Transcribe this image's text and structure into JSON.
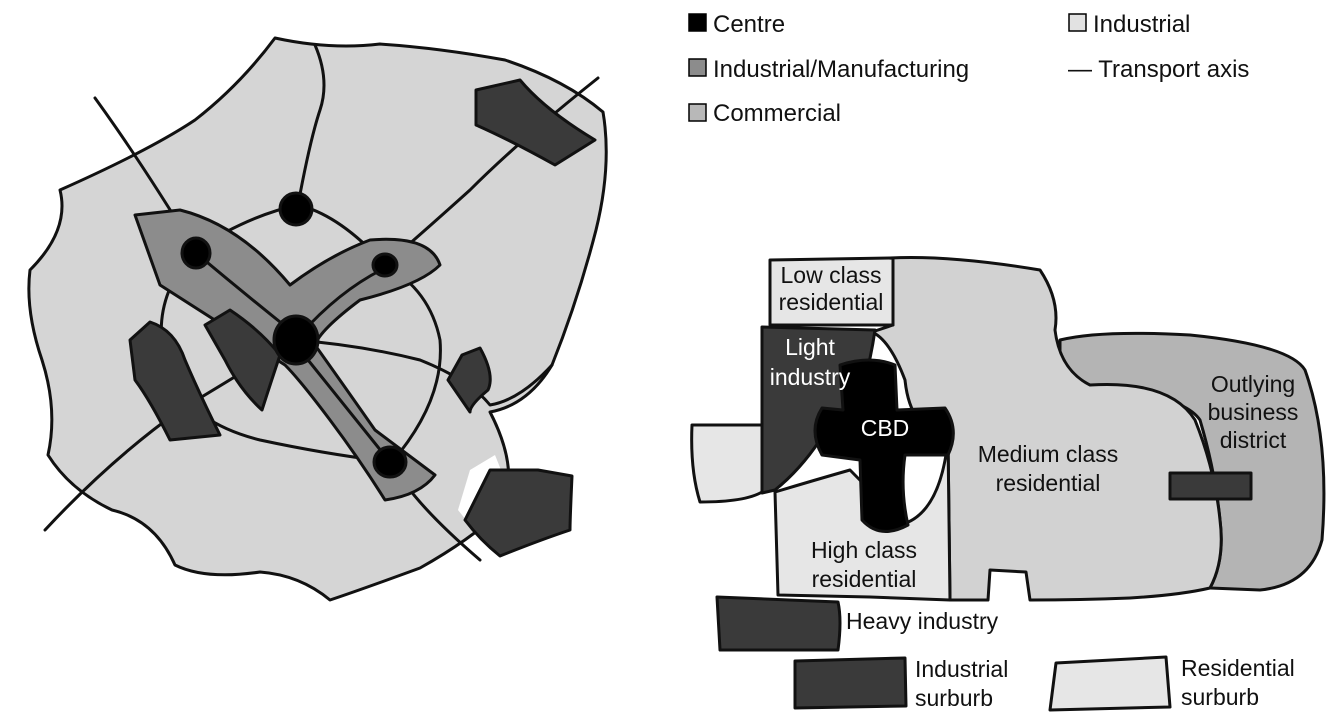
{
  "legend": {
    "centre": "Centre",
    "industrial_manufacturing": "Industrial/Manufacturing",
    "commercial": "Commercial",
    "industrial": "Industrial",
    "transport_axis": "— Transport axis"
  },
  "zones": {
    "low_class_residential": [
      "Low class",
      "residential"
    ],
    "light_industry": [
      "Light",
      "industry"
    ],
    "cbd": "CBD",
    "medium_class_residential": [
      "Medium class",
      "residential"
    ],
    "outlying_business_district": [
      "Outlying",
      "business",
      "district"
    ],
    "high_class_residential": [
      "High class",
      "residential"
    ],
    "heavy_industry": "Heavy industry",
    "industrial_suburb": [
      "Industrial",
      "surburb"
    ],
    "residential_suburb": [
      "Residential",
      "surburb"
    ]
  },
  "colors": {
    "black": "#000000",
    "dark_gray": "#3a3a3a",
    "mid_gray": "#8c8c8c",
    "light_gray": "#d2d2d2",
    "pale_gray": "#e6e6e6",
    "outlying_gray": "#b4b4b4"
  }
}
